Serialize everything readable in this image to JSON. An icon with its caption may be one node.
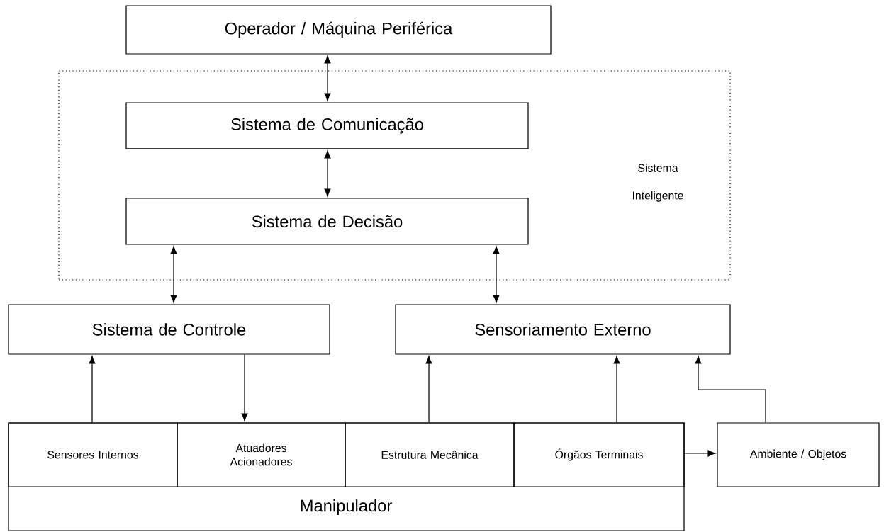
{
  "diagram": {
    "nodes": [
      {
        "text": [
          "Operador / Máquina Periférica"
        ]
      },
      {
        "text": [
          "Sistema Inteligente"
        ]
      },
      {
        "text": [
          "Sistema de Comunicação"
        ],
        "in": 1
      },
      {
        "text": [
          "Sistema de Decisão"
        ],
        "in": 1
      },
      {
        "text": [
          "Sistema de Controle"
        ]
      },
      {
        "text": [
          "Sensoriamento Externo"
        ]
      },
      {
        "text": [
          "Manipulador"
        ]
      },
      {
        "text": [
          "Sensores Internos"
        ],
        "in": 6
      },
      {
        "text": [
          "Atuadores Acionadores"
        ],
        "in": 6
      },
      {
        "text": [
          "Estrutura Mecânica"
        ],
        "in": 6
      },
      {
        "text": [
          "Órgãos Terminais"
        ],
        "in": 6
      },
      {
        "text": [
          "Ambiente / Objetos"
        ]
      }
    ],
    "edges": [
      {
        "from": 0,
        "to": 2,
        "arrow": "both"
      },
      {
        "from": 2,
        "to": 3,
        "arrow": "both"
      },
      {
        "from": 3,
        "to": 4,
        "arrow": "both"
      },
      {
        "from": 3,
        "to": 5,
        "arrow": "both"
      },
      {
        "from": 7,
        "to": 4,
        "arrow": "to"
      },
      {
        "from": 4,
        "to": 8,
        "arrow": "to"
      },
      {
        "from": 9,
        "to": 5,
        "arrow": "to"
      },
      {
        "from": 10,
        "to": 5,
        "arrow": "to"
      },
      {
        "from": 11,
        "to": 5,
        "arrow": "to"
      },
      {
        "from": 6,
        "to": 11,
        "arrow": "to"
      }
    ]
  }
}
